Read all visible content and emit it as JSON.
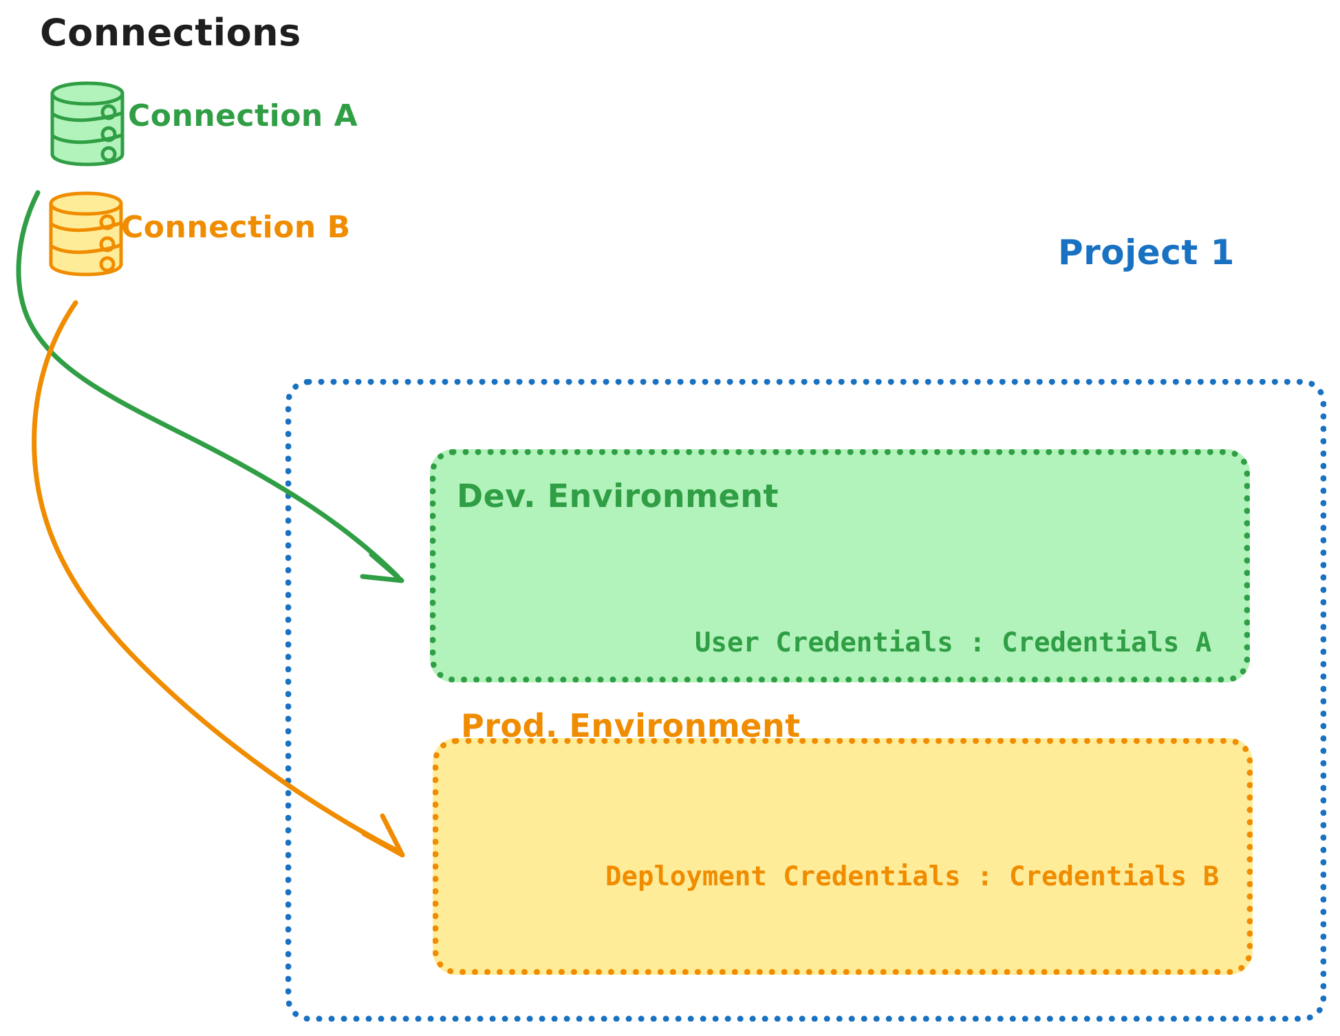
{
  "diagram": {
    "title": "Connections",
    "background_color": "#ffffff",
    "palette": {
      "green_stroke": "#2f9e44",
      "green_fill": "#b2f2bb",
      "orange_stroke": "#f08c00",
      "orange_fill": "#ffec99",
      "blue_stroke": "#1971c2",
      "black_text": "#1e1e1e"
    }
  },
  "connections": {
    "heading": "Connections",
    "items": [
      {
        "label": "Connection A",
        "icon": "database-icon",
        "color": "#2f9e44",
        "fill": "#b2f2bb"
      },
      {
        "label": "Connection B",
        "icon": "database-icon",
        "color": "#f08c00",
        "fill": "#ffec99"
      }
    ]
  },
  "project": {
    "label": "Project 1",
    "color": "#1971c2",
    "environments": [
      {
        "title": "Dev. Environment",
        "credential_line": "User Credentials : Credentials A",
        "color": "#2f9e44",
        "fill": "#b2f2bb"
      },
      {
        "title": "Prod. Environment",
        "credential_line": "Deployment Credentials : Credentials B",
        "color": "#f08c00",
        "fill": "#ffec99"
      }
    ]
  },
  "arrows": [
    {
      "name": "connection-a-to-dev-environment",
      "from": "Connection A",
      "to": "Dev. Environment",
      "color": "#2f9e44"
    },
    {
      "name": "connection-b-to-prod-environment",
      "from": "Connection B",
      "to": "Prod. Environment",
      "color": "#f08c00"
    }
  ]
}
